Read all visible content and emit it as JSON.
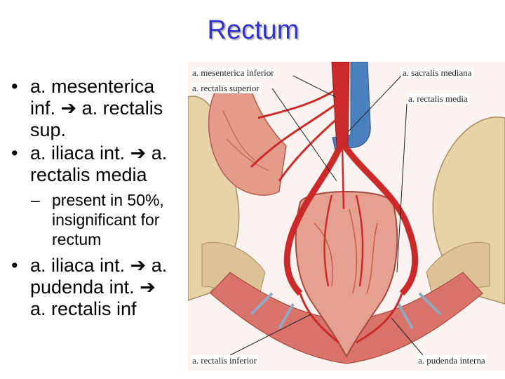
{
  "slide": {
    "title": "Rectum",
    "bullets": [
      {
        "level": 1,
        "lines": [
          "a. mesenterica",
          "inf. ",
          " a. rectalis",
          "sup."
        ]
      },
      {
        "level": 1,
        "lines": [
          "a. iliaca int. ",
          " a.",
          "rectalis media"
        ]
      },
      {
        "level": 2,
        "lines": [
          "present in 50%,",
          "insignificant for",
          "rectum"
        ]
      },
      {
        "level": 1,
        "lines": [
          "a. iliaca int. ",
          " a.",
          "pudenda int. ",
          "a. rectalis inf"
        ]
      }
    ],
    "bullet_glyph": "•",
    "dash_glyph": "–",
    "arrow_glyph": "➔"
  },
  "figure": {
    "labels": {
      "mesenterica_inferior": "a. mesenterica inferior",
      "rectalis_superior": "a. rectalis superior",
      "sacralis_mediana": "a. sacralis mediana",
      "rectalis_media": "a. rectalis media",
      "rectalis_inferior": "a. rectalis inferior",
      "pudenda_interna": "a. pudenda interna"
    },
    "colors": {
      "artery": "#cc2a2a",
      "vein": "#4a7fc0",
      "bone": "#e8d2a8",
      "muscle": "#d9736a",
      "title": "#3333cc"
    }
  }
}
